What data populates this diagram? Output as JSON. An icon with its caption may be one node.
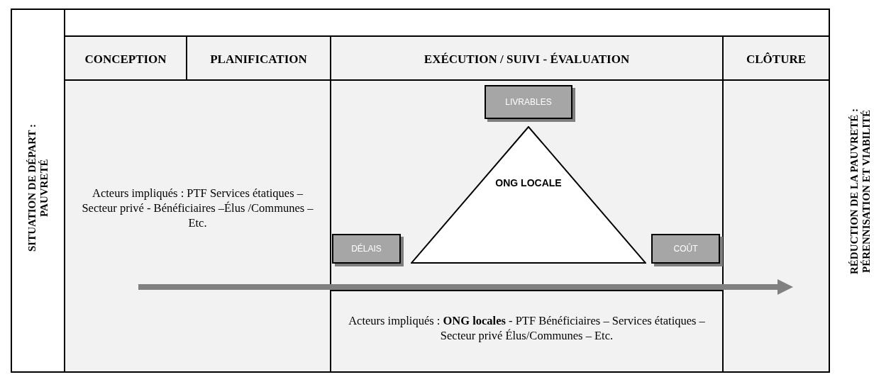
{
  "diagram": {
    "nodes": [
      {
        "text": [
          "LIVRABLES"
        ]
      },
      {
        "text": [
          "ONG LOCALE"
        ]
      },
      {
        "text": [
          "DÉLAIS"
        ]
      },
      {
        "text": [
          "COÛT"
        ]
      }
    ],
    "edges": [],
    "labels": [
      "SITUATION DE DÉPART : PAUVRETÉ",
      "CONCEPTION",
      "PLANIFICATION",
      "EXÉCUTION / SUIVI - ÉVALUATION",
      "CLÔTURE",
      "RÉDUCTION DE LA PAUVRETÉ : PÉRENNISATION ET VIABILITÉ",
      "Acteurs impliqués : PTF Services étatiques – Secteur privé - Bénéficiaires –Élus /Communes – Etc.",
      "Acteurs impliqués : **ONG locales** - PTF Bénéficiaires – Services étatiques – Secteur privé Élus/Communes – Etc."
    ]
  }
}
